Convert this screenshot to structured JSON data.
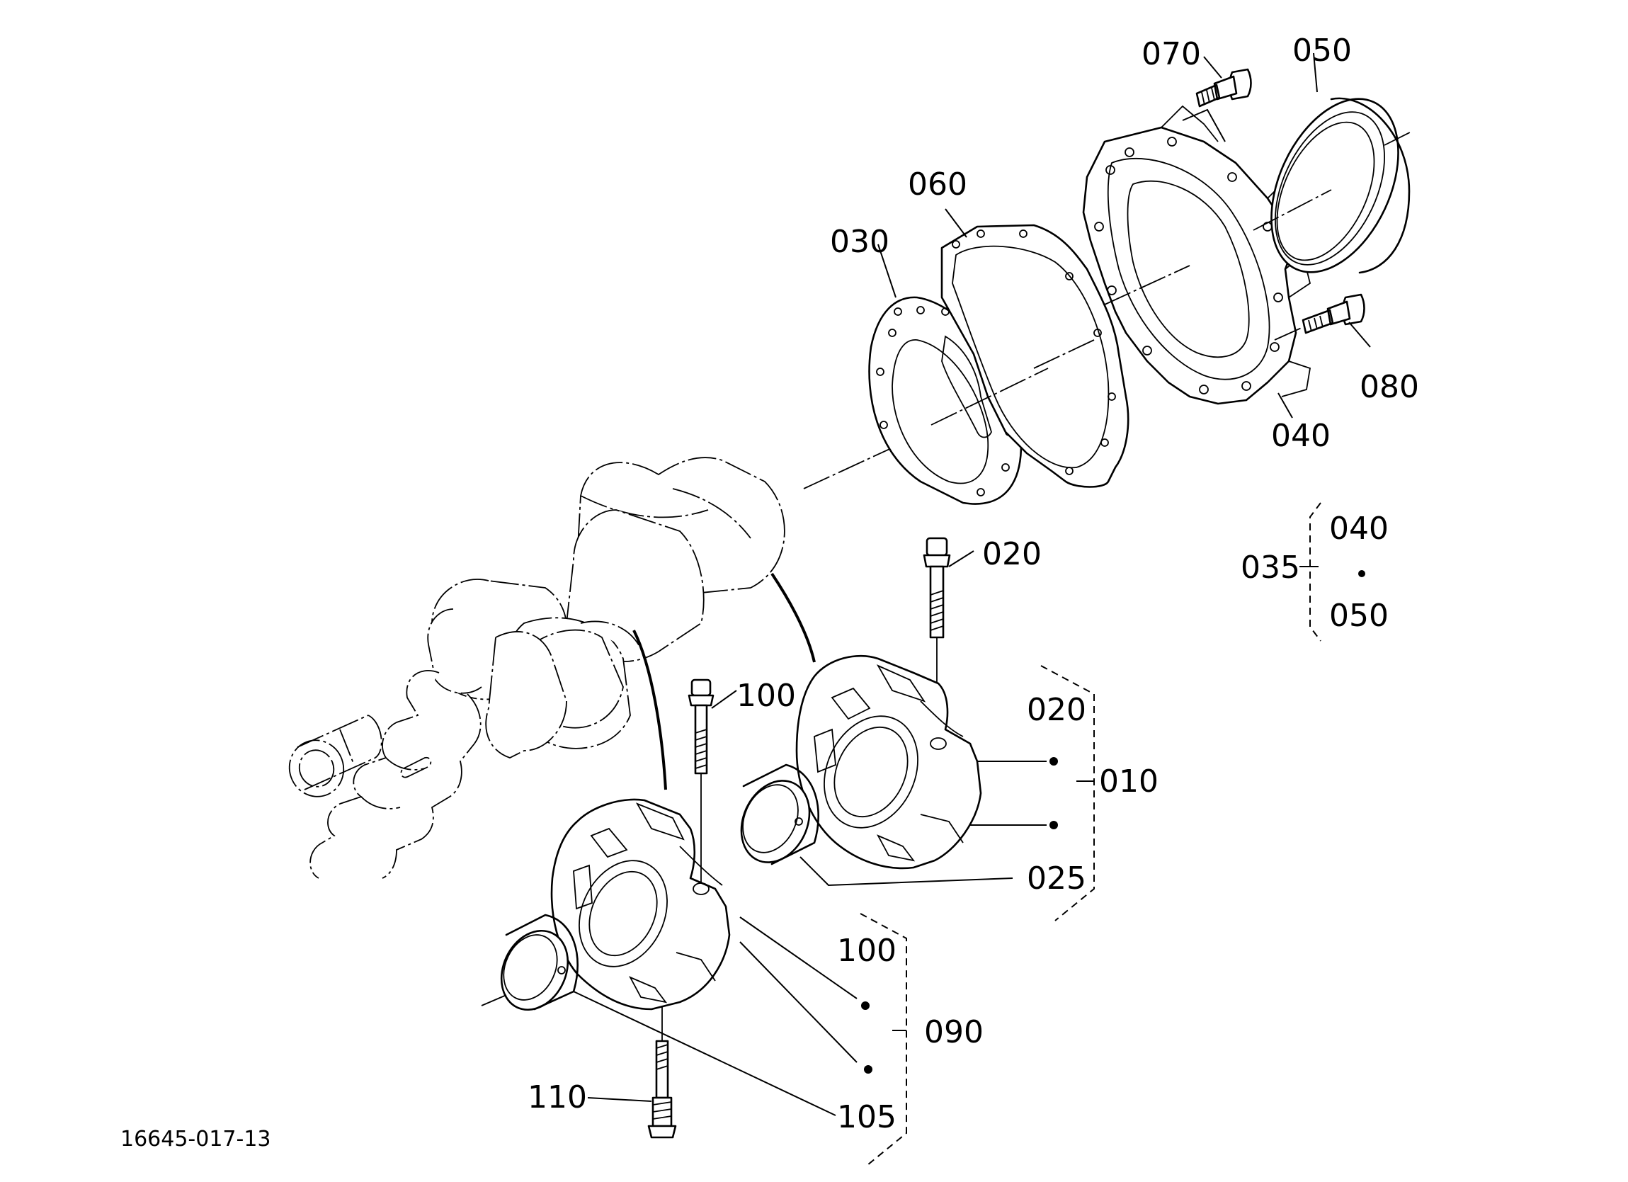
{
  "drawing": {
    "code": "16645-017-13",
    "callouts": {
      "p070": "070",
      "p050": "050",
      "p060": "060",
      "p030": "030",
      "p080": "080",
      "p040": "040",
      "p035": "035",
      "p035_a": "040",
      "p035_b": "050",
      "p020_bolt": "020",
      "p100_bolt": "100",
      "p010_item_a": "020",
      "p010": "010",
      "p025": "025",
      "p090_item_a": "100",
      "p090": "090",
      "p110": "110",
      "p105": "105"
    }
  }
}
